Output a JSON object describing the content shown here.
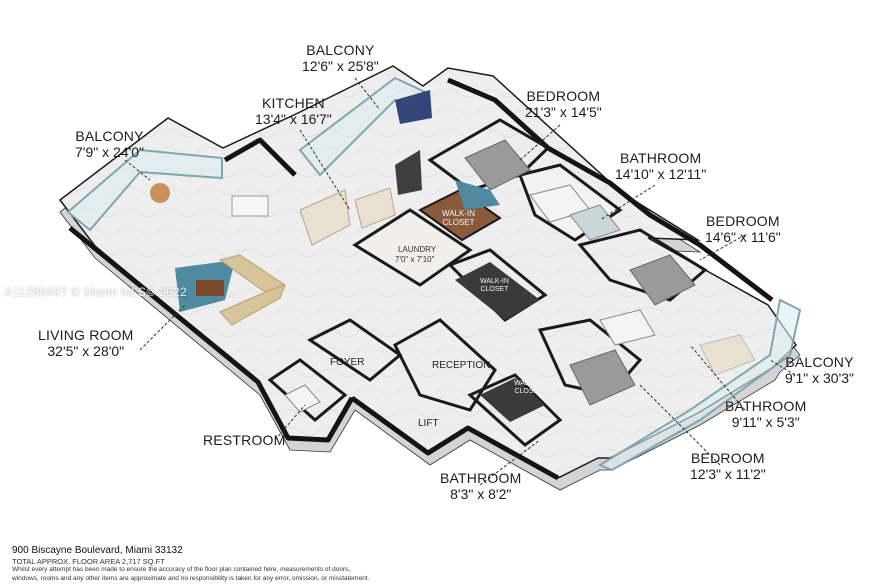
{
  "rooms": {
    "balcony_top": {
      "name": "BALCONY",
      "dim": "12'6\" x 25'8\""
    },
    "kitchen": {
      "name": "KITCHEN",
      "dim": "13'4\" x 16'7\""
    },
    "bedroom_top": {
      "name": "BEDROOM",
      "dim": "21'3\" x 14'5\""
    },
    "balcony_left": {
      "name": "BALCONY",
      "dim": "7'9\" x 24'0\""
    },
    "bathroom_top": {
      "name": "BATHROOM",
      "dim": "14'10\" x 12'11\""
    },
    "bedroom_right": {
      "name": "BEDROOM",
      "dim": "14'6\" x 11'6\""
    },
    "living_room": {
      "name": "LIVING ROOM",
      "dim": "32'5\" x 28'0\""
    },
    "balcony_right": {
      "name": "BALCONY",
      "dim": "9'1\" x 30'3\""
    },
    "bathroom_right": {
      "name": "BATHROOM",
      "dim": "9'11\" x 5'3\""
    },
    "restroom": {
      "name": "RESTROOM"
    },
    "bedroom_bottom": {
      "name": "BEDROOM",
      "dim": "12'3\" x 11'2\""
    },
    "bathroom_bottom": {
      "name": "BATHROOM",
      "dim": "8'3\" x 8'2\""
    }
  },
  "inner_labels": {
    "walk_in_closet_1": "WALK-IN\nCLOSET",
    "laundry": "LAUNDRY",
    "laundry_dim": "7'0\" x 7'10\"",
    "walk_in_closet_2": "WALK-IN\nCLOSET",
    "walk_in_closet_3": "WALK-IN\nCLOSET",
    "foyer": "FOYER",
    "reception": "RECEPTION",
    "lift": "LIFT"
  },
  "watermark": "A11288497 © Miami MLS© 2022",
  "footer": {
    "address": "900 Biscayne Boulevard, Miami 33132",
    "area": "TOTAL APPROX. FLOOR AREA 2,717 SQ.FT",
    "disclaimer_1": "Whilst every attempt has been made to ensure the accuracy of the floor plan contained here, measurements of doors,",
    "disclaimer_2": "windows, rooms and any other items are approximate and no responsibility is taken for any error, omission, or misstatement."
  },
  "colors": {
    "wall": "#1a1a1a",
    "floor": "#ecebea",
    "wall_side": "#d9d9d9",
    "glass": "#c6dfe4",
    "wood": "#8a5a3c",
    "sofa": "#d8c49a",
    "rug": "#4f8aa0"
  }
}
